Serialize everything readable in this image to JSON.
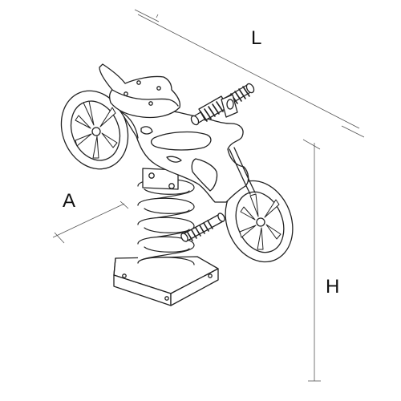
{
  "dimensions": {
    "length_label": "L",
    "depth_label": "A",
    "height_label": "H"
  },
  "colors": {
    "line": "#222222",
    "dimension_line": "#555555",
    "background": "#ffffff"
  }
}
